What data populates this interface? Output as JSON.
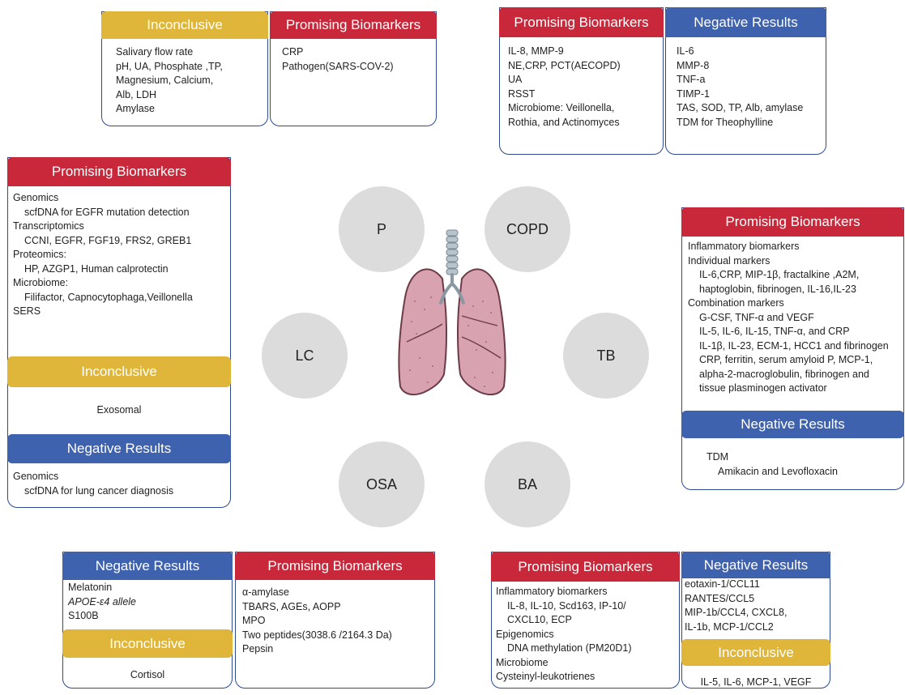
{
  "labels": {
    "promising": "Promising Biomarkers",
    "negative": "Negative Results",
    "inconclusive": "Inconclusive"
  },
  "diseases": {
    "p": "P",
    "copd": "COPD",
    "lc": "LC",
    "tb": "TB",
    "osa": "OSA",
    "ba": "BA"
  },
  "p_inconclusive": [
    "Salivary flow rate",
    "pH, UA, Phosphate ,TP,",
    "Magnesium, Calcium,",
    "Alb, LDH",
    "Amylase"
  ],
  "p_promising": [
    "CRP",
    "Pathogen(SARS-COV-2)"
  ],
  "copd_promising": [
    "IL-8, MMP-9",
    "NE,CRP, PCT(AECOPD)",
    "UA",
    "RSST",
    "Microbiome: Veillonella,",
    "Rothia, and Actinomyces"
  ],
  "copd_negative": [
    "IL-6",
    "MMP-8",
    "TNF-a",
    "TIMP-1",
    "TAS, SOD, TP, Alb, amylase",
    "TDM for Theophylline"
  ],
  "lc_promising": [
    {
      "t": "Genomics",
      "i": 0
    },
    {
      "t": "scfDNA for EGFR  mutation detection",
      "i": 1
    },
    {
      "t": "Transcriptomics",
      "i": 0
    },
    {
      "t": "CCNI, EGFR, FGF19, FRS2, GREB1",
      "i": 1
    },
    {
      "t": "Proteomics:",
      "i": 0
    },
    {
      "t": "HP, AZGP1, Human calprotectin",
      "i": 1
    },
    {
      "t": "Microbiome:",
      "i": 0
    },
    {
      "t": "Filifactor, Capnocytophaga,Veillonella",
      "i": 1
    },
    {
      "t": "SERS",
      "i": 0
    }
  ],
  "lc_inconclusive": [
    "Exosomal"
  ],
  "lc_negative": [
    {
      "t": "Genomics",
      "i": 0
    },
    {
      "t": "scfDNA for lung cancer diagnosis",
      "i": 1
    }
  ],
  "tb_promising": [
    {
      "t": "Inflammatory biomarkers",
      "i": 0
    },
    {
      "t": "Individual markers",
      "i": 0
    },
    {
      "t": "IL-6,CRP, MIP-1β, fractalkine ,A2M,",
      "i": 1
    },
    {
      "t": "haptoglobin,  fibrinogen, IL-16,IL-23",
      "i": 1
    },
    {
      "t": "Combination markers",
      "i": 0
    },
    {
      "t": "G-CSF, TNF-α and VEGF",
      "i": 1
    },
    {
      "t": "IL-5, IL-6, IL-15, TNF-α, and CRP",
      "i": 1
    },
    {
      "t": "IL-1β, IL-23, ECM-1, HCC1 and fibrinogen",
      "i": 1
    },
    {
      "t": "CRP, ferritin, serum amyloid P, MCP-1,",
      "i": 1
    },
    {
      "t": "alpha-2-macroglobulin, fibrinogen and",
      "i": 1
    },
    {
      "t": "tissue plasminogen activator",
      "i": 1
    }
  ],
  "tb_negative": [
    {
      "t": "TDM",
      "i": 0
    },
    {
      "t": "Amikacin and Levofloxacin",
      "i": 1
    }
  ],
  "osa_negative": [
    "Melatonin",
    "APOE-ε4 allele",
    "S100B"
  ],
  "osa_inconclusive": [
    "Cortisol"
  ],
  "osa_promising": [
    "α-amylase",
    "TBARS, AGEs, AOPP",
    "MPO",
    "Two peptides(3038.6 /2164.3 Da)",
    "Pepsin"
  ],
  "ba_promising": [
    {
      "t": "Inflammatory biomarkers",
      "i": 0
    },
    {
      "t": "IL-8, IL-10, Scd163, IP-10/",
      "i": 1
    },
    {
      "t": "CXCL10, ECP",
      "i": 1
    },
    {
      "t": "Epigenomics",
      "i": 0
    },
    {
      "t": "DNA methylation (PM20D1)",
      "i": 1
    },
    {
      "t": "Microbiome",
      "i": 0
    },
    {
      "t": "Cysteinyl-leukotrienes",
      "i": 0
    }
  ],
  "ba_negative": [
    "eotaxin-1/CCL11",
    "RANTES/CCL5",
    "MIP-1b/CCL4, CXCL8,",
    "IL-1b, MCP-1/CCL2"
  ],
  "ba_inconclusive": [
    "IL-5, IL-6, MCP-1, VEGF"
  ],
  "colors": {
    "red": "#c8283a",
    "blue": "#3e62ad",
    "yellow": "#dfb63a",
    "circle": "#dcdcdc"
  }
}
